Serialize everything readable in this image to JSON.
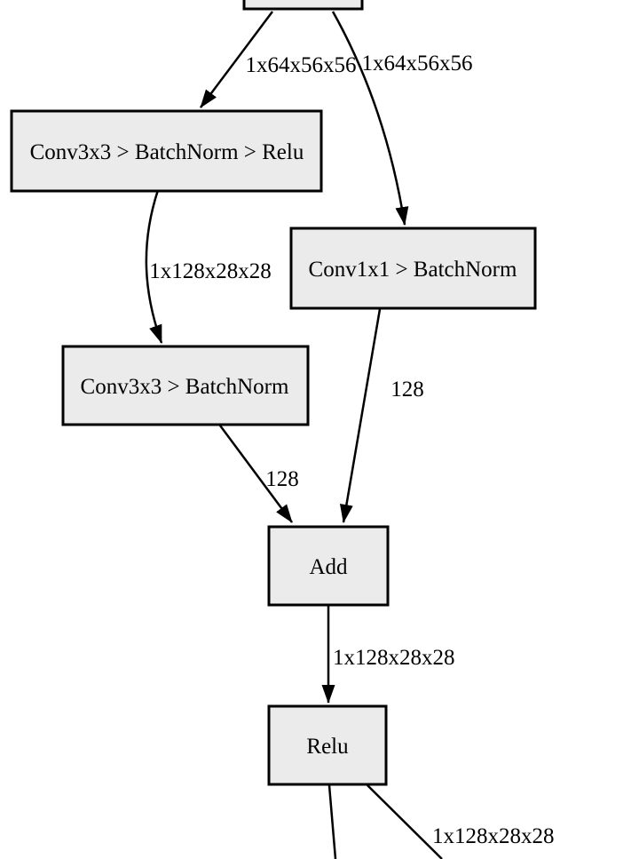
{
  "diagram": {
    "type": "neural-network-graph",
    "style": "graphviz",
    "background_color": "#ffffff",
    "node_fill_color": "#ebebeb",
    "node_border_color": "#000000",
    "edge_color": "#000000",
    "nodes": {
      "top_partial": {
        "label": ""
      },
      "conv3x3_bn_relu": {
        "label": "Conv3x3 > BatchNorm > Relu"
      },
      "conv1x1_bn": {
        "label": "Conv1x1 > BatchNorm"
      },
      "conv3x3_bn": {
        "label": "Conv3x3 > BatchNorm"
      },
      "add": {
        "label": "Add"
      },
      "relu": {
        "label": "Relu"
      }
    },
    "edges": {
      "top_to_conv3x3_bn_relu": {
        "label": "1x64x56x56"
      },
      "top_to_conv1x1_bn": {
        "label": "1x64x56x56"
      },
      "conv3x3_bn_relu_to_conv3x3_bn": {
        "label": "1x128x28x28"
      },
      "conv1x1_bn_to_add": {
        "label": "128"
      },
      "conv3x3_bn_to_add": {
        "label": "128"
      },
      "add_to_relu": {
        "label": "1x128x28x28"
      },
      "relu_to_bottom": {
        "label": "1x128x28x28"
      }
    }
  }
}
